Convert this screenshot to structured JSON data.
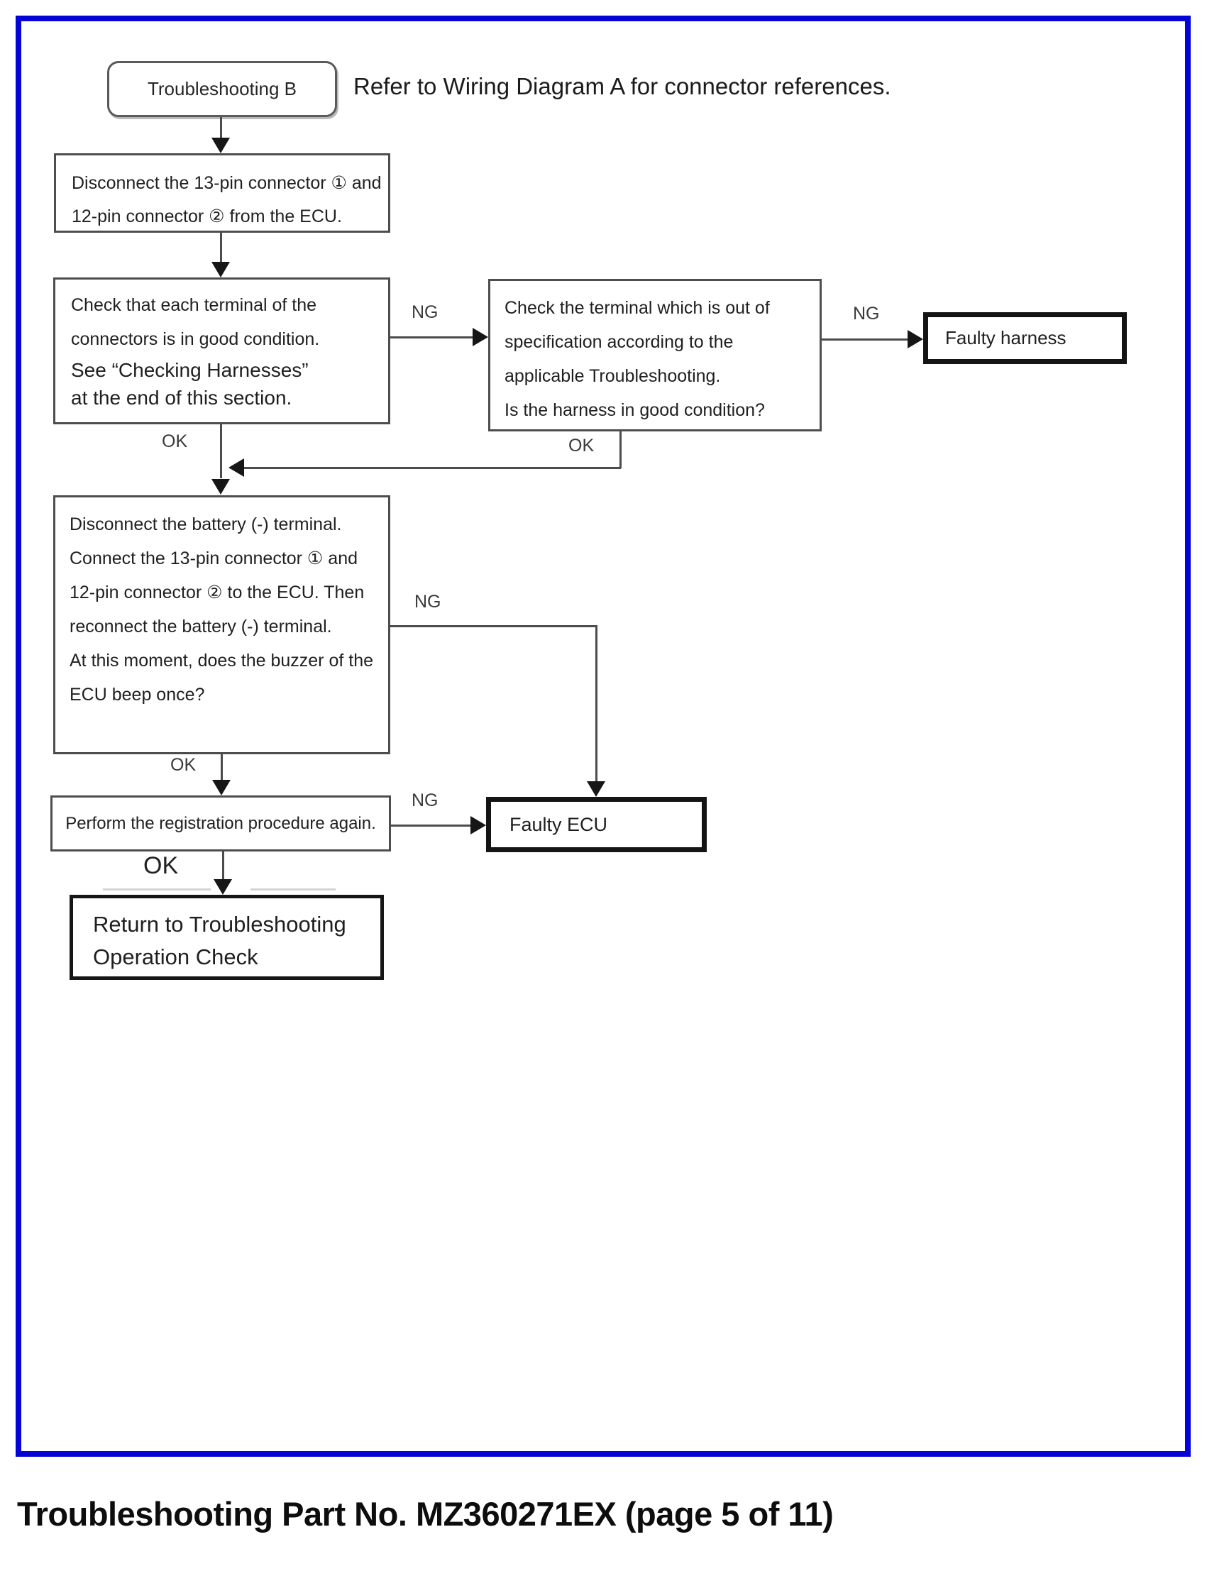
{
  "page": {
    "caption": "Troubleshooting Part No. MZ360271EX (page 5 of 11)"
  },
  "colors": {
    "frame_border": "#0404d6",
    "line": "#4c4c4c",
    "text": "#1f1f1f"
  },
  "flowchart": {
    "ok": "OK",
    "ng": "NG",
    "start_label": "Troubleshooting B",
    "note": "Refer to Wiring Diagram A for connector references.",
    "box_disconnect": {
      "lines": [
        "Disconnect the 13-pin connector ① and",
        "12-pin connector ② from the ECU."
      ]
    },
    "box_check_terminals": {
      "lines_small": [
        "Check that each terminal of the",
        "connectors is in good condition."
      ],
      "lines_large": [
        "See “Checking Harnesses”",
        "at the end of this section."
      ]
    },
    "box_check_spec": {
      "lines": [
        "Check the terminal which is out of",
        "specification according to the",
        "applicable Troubleshooting.",
        "Is the harness in good condition?"
      ]
    },
    "box_faulty_harness": {
      "label": "Faulty harness"
    },
    "box_battery": {
      "lines": [
        "Disconnect the battery (-) terminal.",
        "Connect the 13-pin connector ① and",
        "12-pin connector ② to the ECU. Then",
        "reconnect the battery (-) terminal.",
        "At this moment, does the buzzer of the",
        "ECU beep once?"
      ]
    },
    "box_registration": {
      "label": "Perform the registration procedure again."
    },
    "box_faulty_ecu": {
      "label": "Faulty ECU"
    },
    "box_return": {
      "lines": [
        "Return to Troubleshooting",
        "Operation Check"
      ]
    }
  }
}
